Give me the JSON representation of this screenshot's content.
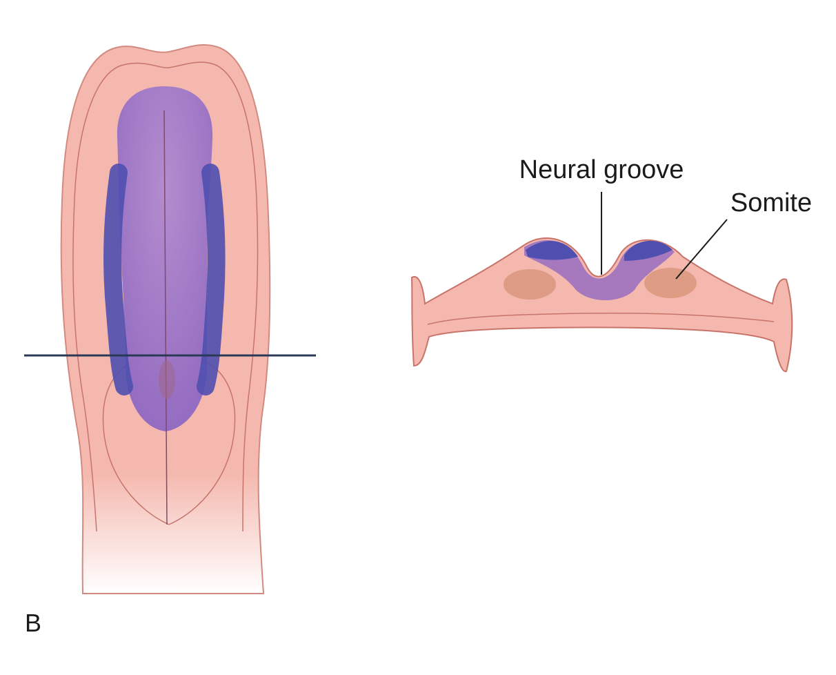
{
  "figure": {
    "panel_label": "B",
    "labels": {
      "neural_groove": "Neural groove",
      "somite": "Somite"
    },
    "colors": {
      "background": "#ffffff",
      "embryo_skin": "#f4b8ae",
      "embryo_outline": "#c8736a",
      "neural_plate": "#9d72c0",
      "neural_fold": "#4f4fb0",
      "somite": "#d9967e",
      "section_line": "#2a3a55",
      "leader_line": "#1a1a1a"
    }
  }
}
